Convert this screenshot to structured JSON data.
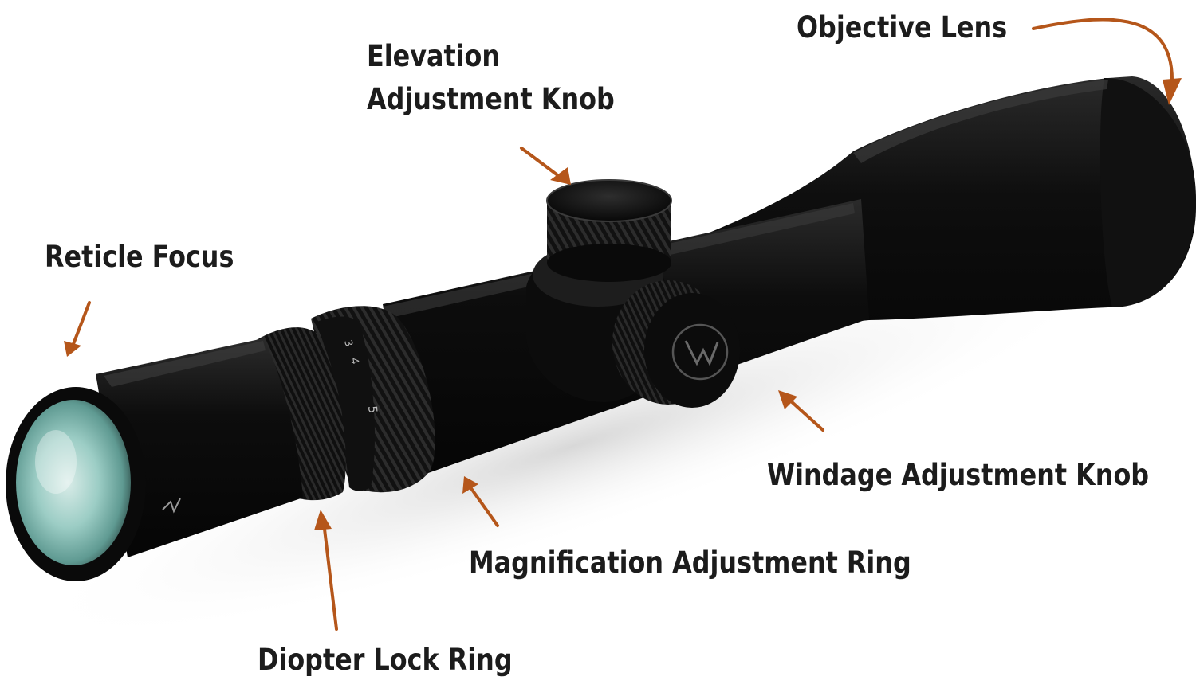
{
  "labels": {
    "objective_lens": "Objective Lens",
    "elevation_line1": "Elevation",
    "elevation_line2": "Adjustment Knob",
    "reticle_focus": "Reticle Focus",
    "windage_knob": "Windage Adjustment Knob",
    "magnification_ring": "Magnification Adjustment Ring",
    "diopter_lock_ring": "Diopter Lock Ring"
  },
  "magnification_marks": [
    "3",
    "4",
    "5"
  ],
  "colors": {
    "arrow": "#b5561a",
    "label_text": "#1c1c1c",
    "scope_body": "#0b0b0b",
    "lens_glass": "#8fc5bd",
    "background": "#ffffff"
  }
}
